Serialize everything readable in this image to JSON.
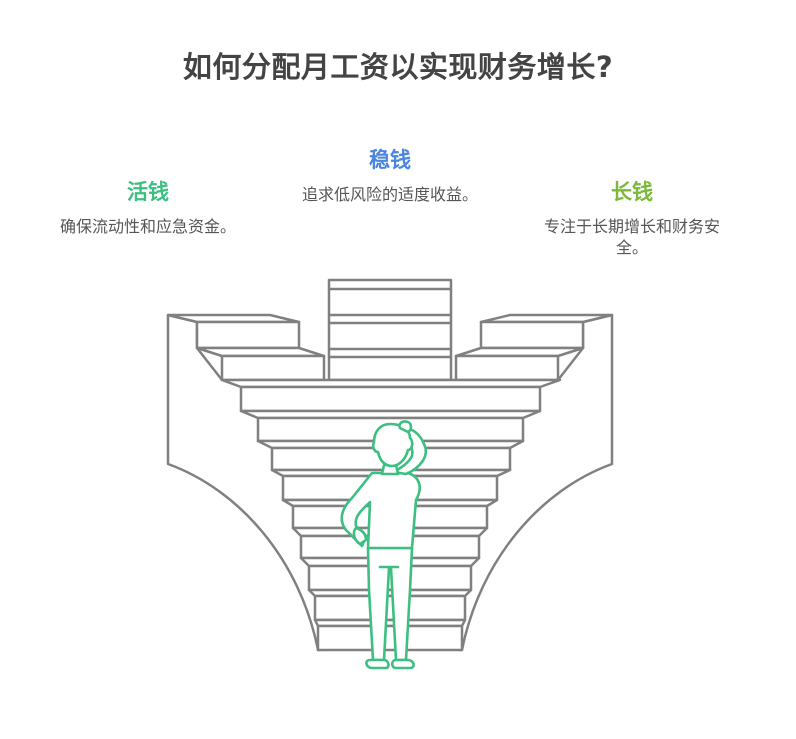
{
  "title": "如何分配月工资以实现财务增长?",
  "colors": {
    "title": "#444444",
    "liquid": "#3dbf82",
    "stable": "#4a86e0",
    "long": "#7cb83a",
    "outline": "#808080",
    "figure": "#3dbf82",
    "description": "#555555"
  },
  "sections": [
    {
      "id": "liquid",
      "heading": "活钱",
      "description": "确保流动性和应急资金。"
    },
    {
      "id": "stable",
      "heading": "稳钱",
      "description": "追求低风险的适度收益。"
    },
    {
      "id": "long",
      "heading": "长钱",
      "description": "专注于长期增长和财务安全。"
    }
  ],
  "illustration": {
    "subject": "person-facing-staircase",
    "icons": [
      "staircase-icon",
      "thinking-person-icon"
    ]
  }
}
